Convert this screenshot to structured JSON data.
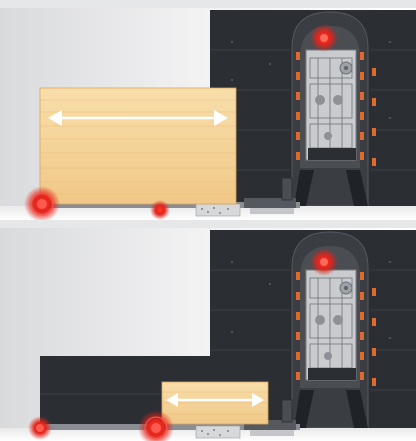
{
  "figure": {
    "panels": [
      {
        "id": "top",
        "stage": "board-width-measurement",
        "indicator": "width-arrow",
        "sensor_lights": 3
      },
      {
        "id": "bottom",
        "stage": "board-feed-into-machine",
        "indicator": "width-arrow",
        "sensor_lights": 3
      }
    ],
    "colors": {
      "machine_body": "#2b2e33",
      "machine_panel": "#3a3d42",
      "wood_light": "#f6d9a3",
      "wood_dark": "#e7b872",
      "sensor_red": "#e2241b",
      "orange_guard": "#e06a2b",
      "background": "#e6e7e8"
    },
    "icons": [
      "double-arrow-icon",
      "sensor-light-icon",
      "gear-icon"
    ]
  }
}
